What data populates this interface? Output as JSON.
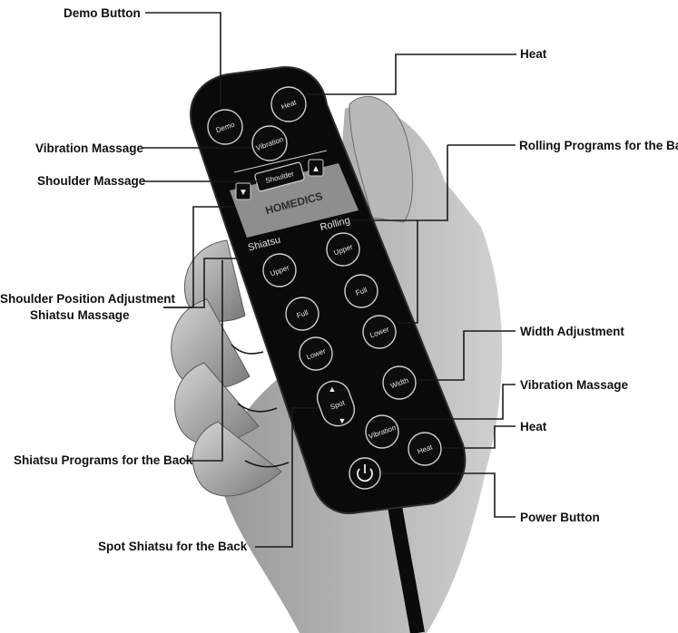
{
  "callouts": {
    "demo_button": "Demo Button",
    "heat_top": "Heat",
    "vibration_top": "Vibration Massage",
    "rolling_programs": "Rolling Programs for the Back",
    "shoulder_massage": "Shoulder Massage",
    "shoulder_position": "Shoulder Position Adjustment",
    "shiatsu_massage": "Shiatsu Massage",
    "width_adjustment": "Width Adjustment",
    "vibration_bottom": "Vibration Massage",
    "heat_bottom": "Heat",
    "shiatsu_programs": "Shiatsu Programs for the Back",
    "power_button": "Power Button",
    "spot_shiatsu": "Spot Shiatsu for the Back"
  },
  "remote": {
    "brand": "HOMEDICS",
    "shiatsu_header": "Shiatsu",
    "rolling_header": "Rolling",
    "buttons": {
      "demo": "Demo",
      "heat_top": "Heat",
      "vibration_top": "Vibration",
      "shoulder": "Shoulder",
      "shiatsu_upper": "Upper",
      "shiatsu_full": "Full",
      "shiatsu_lower": "Lower",
      "rolling_upper": "Upper",
      "rolling_full": "Full",
      "rolling_lower": "Lower",
      "width": "Width",
      "spot": "Spot",
      "vibration_bottom": "Vibration",
      "heat_bottom": "Heat"
    }
  }
}
